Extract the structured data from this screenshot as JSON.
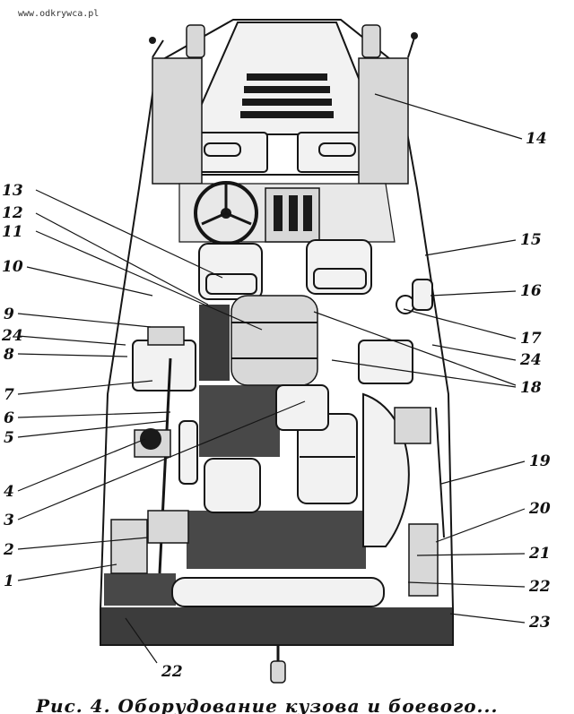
{
  "watermark": "www.odkrywca.pl",
  "caption": "Рис. 4. Оборудование кузова и боевого...",
  "labels": {
    "n1": "1",
    "n2": "2",
    "n3": "3",
    "n4": "4",
    "n5": "5",
    "n6": "6",
    "n7": "7",
    "n8": "8",
    "n9": "9",
    "n10": "10",
    "n11": "11",
    "n12": "12",
    "n13": "13",
    "n14": "14",
    "n15": "15",
    "n16": "16",
    "n17": "17",
    "n18": "18",
    "n19": "19",
    "n20": "20",
    "n21": "21",
    "n22a": "22",
    "n22b": "22",
    "n23": "23",
    "n24a": "24",
    "n24b": "24"
  }
}
